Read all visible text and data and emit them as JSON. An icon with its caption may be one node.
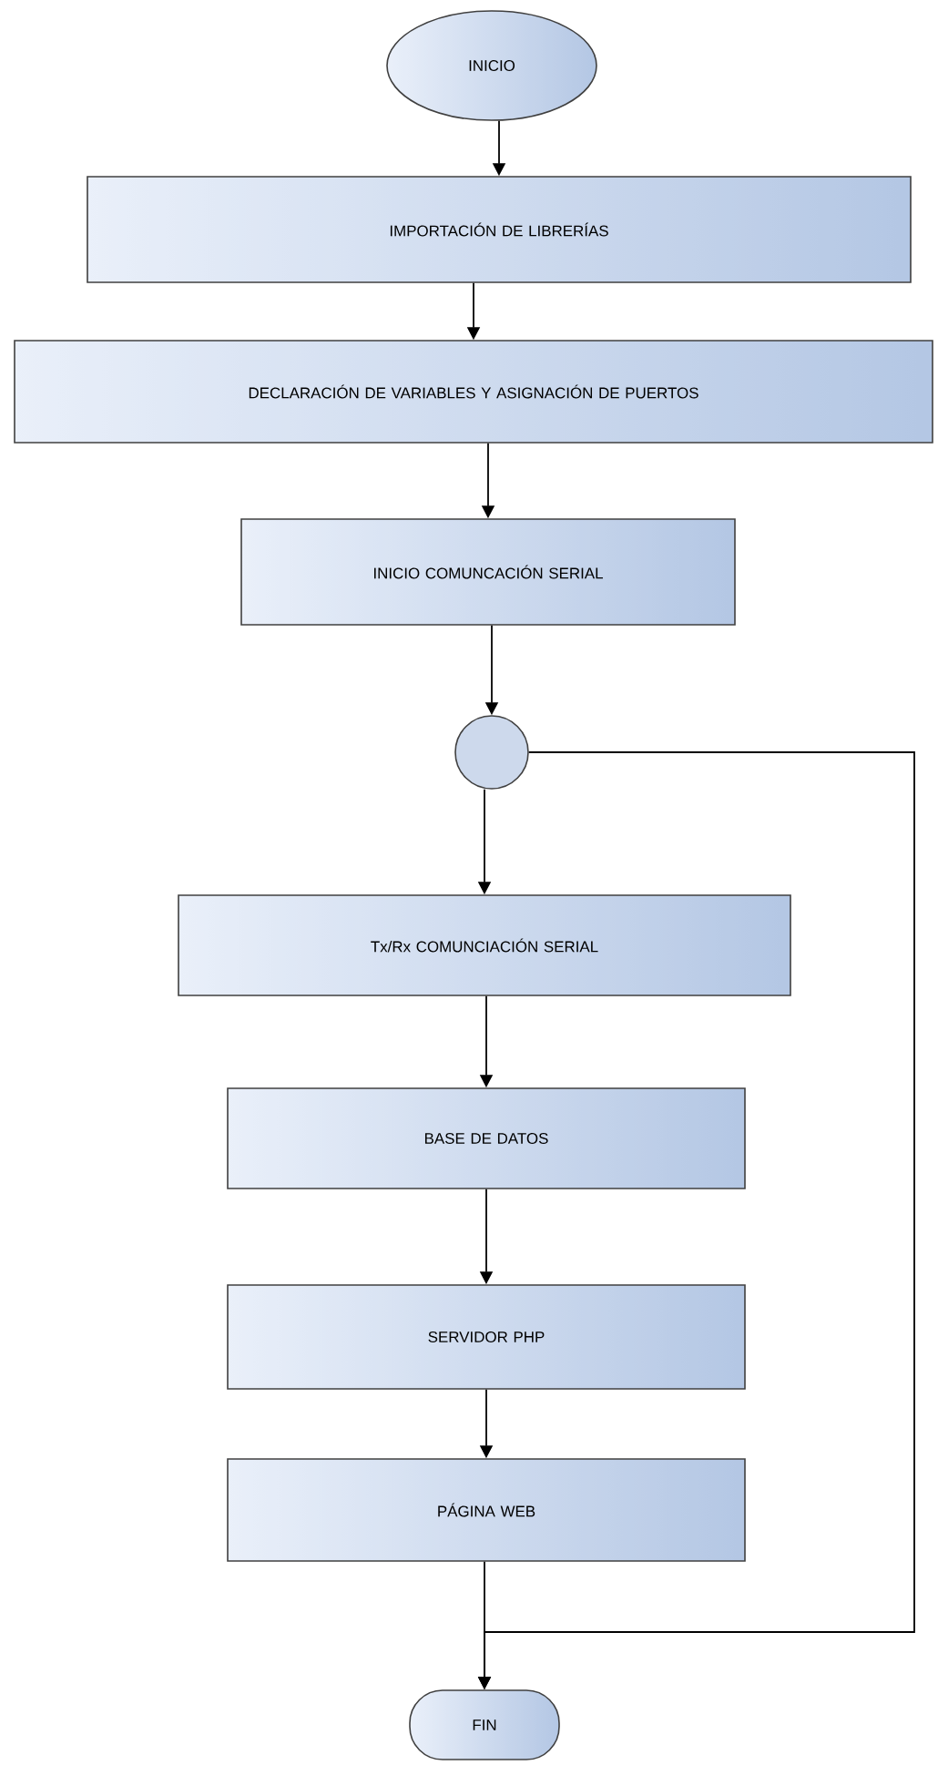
{
  "diagram": {
    "nodes": [
      {
        "text": [
          "INICIO"
        ]
      },
      {
        "text": [
          "IMPORTACIÓN DE LIBRERÍAS"
        ]
      },
      {
        "text": [
          "DECLARACIÓN DE VARIABLES Y ASIGNACIÓN DE PUERTOS"
        ]
      },
      {
        "text": [
          "INICIO COMUNCACIÓN SERIAL"
        ]
      },
      {
        "text": [],
        "shape": "circle"
      },
      {
        "text": [
          "Tx/Rx COMUNCIACIÓN SERIAL"
        ]
      },
      {
        "text": [
          "BASE DE DATOS"
        ]
      },
      {
        "text": [
          "SERVIDOR PHP"
        ]
      },
      {
        "text": [
          "PÁGINA WEB"
        ]
      },
      {
        "text": [
          "FIN"
        ]
      }
    ],
    "edges": [
      {
        "from": 0,
        "to": 1,
        "arrow": "to"
      },
      {
        "from": 1,
        "to": 2,
        "arrow": "to"
      },
      {
        "from": 2,
        "to": 3,
        "arrow": "to"
      },
      {
        "from": 3,
        "to": 4,
        "arrow": "to"
      },
      {
        "from": 4,
        "to": 5,
        "arrow": "to"
      },
      {
        "from": 5,
        "to": 6,
        "arrow": "to"
      },
      {
        "from": 6,
        "to": 7,
        "arrow": "to"
      },
      {
        "from": 7,
        "to": 8,
        "arrow": "to"
      },
      {
        "from": 8,
        "to": 9,
        "arrow": "to"
      },
      {
        "from": 4,
        "to": 9,
        "arrow": "to"
      }
    ]
  }
}
